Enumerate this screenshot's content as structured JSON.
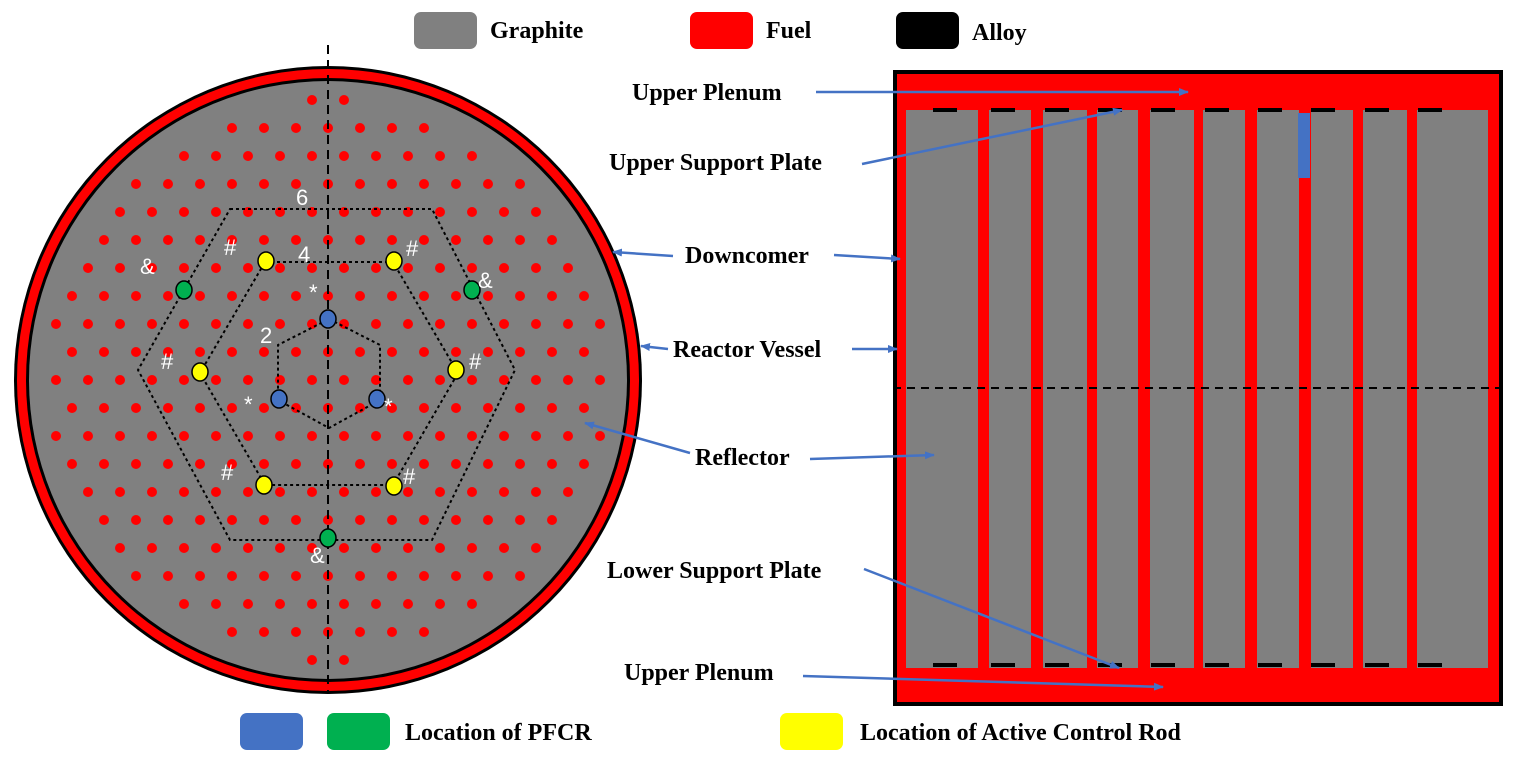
{
  "colors": {
    "graphite": "#808080",
    "fuel": "#ff0000",
    "alloy": "#000000",
    "pfcr_blue": "#4472c4",
    "pfcr_green": "#00b050",
    "active_rod": "#ffff00",
    "arrow": "#4472c4"
  },
  "legend_top": [
    {
      "label": "Graphite",
      "color": "#808080"
    },
    {
      "label": "Fuel",
      "color": "#ff0000"
    },
    {
      "label": "Alloy",
      "color": "#000000"
    }
  ],
  "legend_bottom": {
    "pfcr_label": "Location of PFCR",
    "active_label": "Location of Active Control Rod"
  },
  "ring_labels": {
    "r2": "2",
    "r4": "4",
    "r6": "6"
  },
  "rod_markers": {
    "star": "*",
    "hash": "#",
    "amp": "&"
  },
  "callouts": {
    "upper_plenum_top": "Upper Plenum",
    "upper_support_plate": "Upper Support Plate",
    "downcomer": "Downcomer",
    "reactor_vessel": "Reactor Vessel",
    "reflector": "Reflector",
    "lower_support_plate": "Lower Support Plate",
    "upper_plenum_bottom": "Upper Plenum"
  }
}
